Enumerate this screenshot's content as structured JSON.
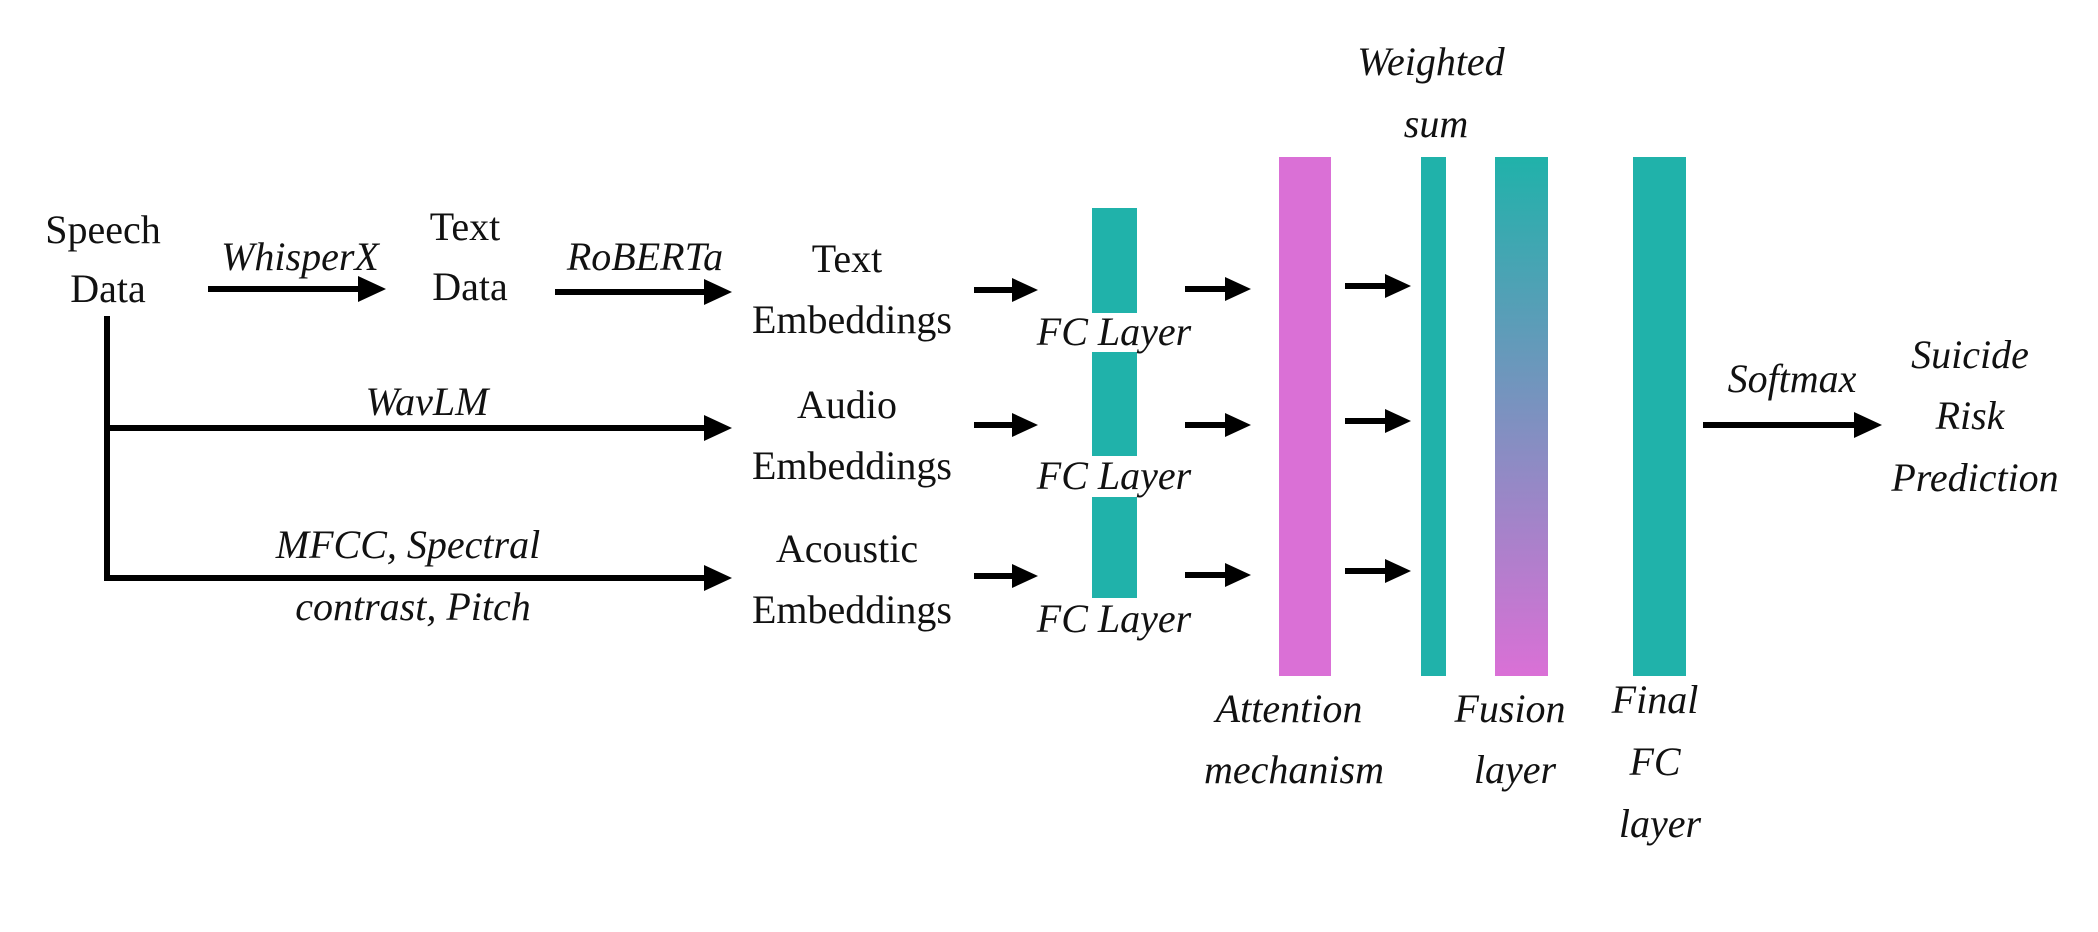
{
  "nodes": {
    "speech_data": [
      "Speech",
      "Data"
    ],
    "text_data": [
      "Text",
      "Data"
    ],
    "text_embeddings": [
      "Text",
      "Embeddings"
    ],
    "audio_embeddings": [
      "Audio",
      "Embeddings"
    ],
    "acoustic_embeddings": [
      "Acoustic",
      "Embeddings"
    ],
    "output": [
      "Suicide",
      "Risk",
      "Prediction"
    ]
  },
  "edges": {
    "whisperx": "WhisperX",
    "roberta": "RoBERTa",
    "wavlm": "WavLM",
    "acoustic_features": [
      "MFCC, Spectral",
      "contrast, Pitch"
    ],
    "softmax": "Softmax"
  },
  "layers": {
    "fc_layer": "FC Layer",
    "weighted_sum": [
      "Weighted",
      "sum"
    ],
    "attention": [
      "Attention",
      "mechanism"
    ],
    "fusion": [
      "Fusion",
      "layer"
    ],
    "final_fc": [
      "Final",
      "FC",
      "layer"
    ]
  },
  "colors": {
    "teal": "#20b2aa",
    "magenta": "#da70d6",
    "line": "#000000"
  }
}
